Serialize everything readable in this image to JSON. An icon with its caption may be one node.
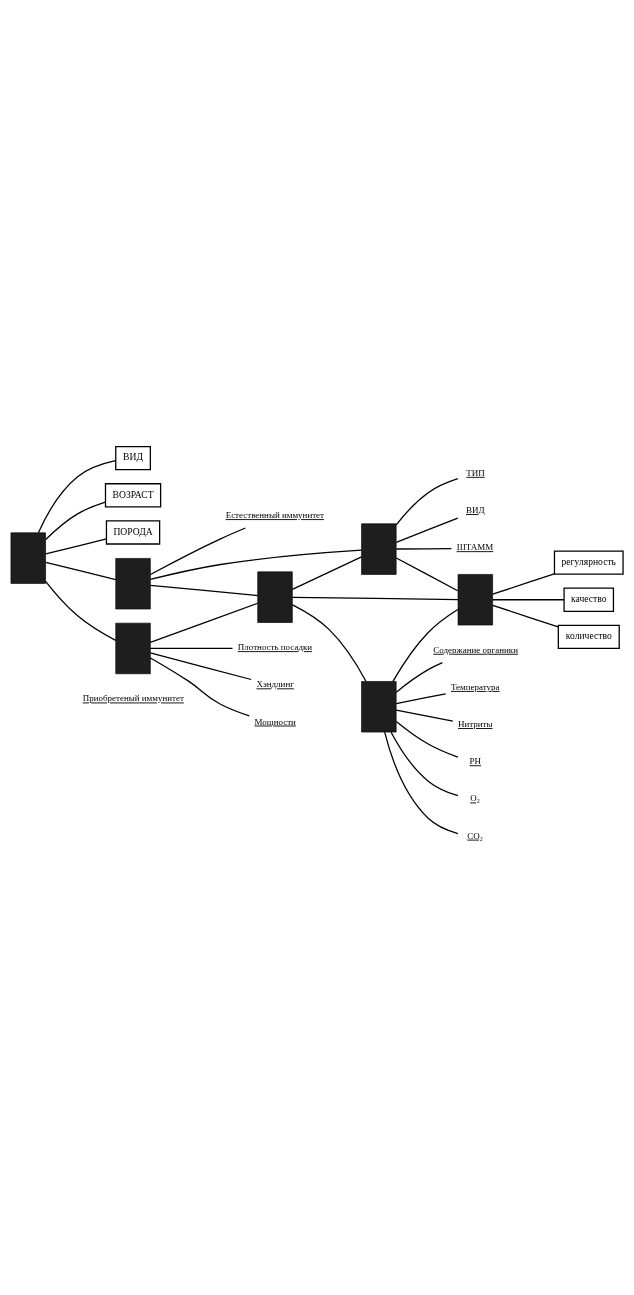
{
  "diagram": {
    "nodes": [
      {
        "text": [
          "ВИД"
        ]
      },
      {
        "text": [
          "ВОЗРАСТ"
        ]
      },
      {
        "text": [
          "ПОРОДА"
        ]
      },
      {
        "text": [],
        "shape": "box"
      },
      {
        "text": [],
        "shape": "box"
      },
      {
        "text": [],
        "shape": "box"
      },
      {
        "text": [
          "Плотность посадки"
        ]
      },
      {
        "text": [
          "Хэндлинг"
        ]
      },
      {
        "text": [
          "Мощности"
        ]
      },
      {
        "text": [],
        "shape": "box"
      },
      {
        "text": [
          "Естественный иммунитет"
        ]
      },
      {
        "text": [],
        "shape": "box"
      },
      {
        "text": [],
        "shape": "box"
      },
      {
        "text": [
          "Содержание органики"
        ]
      },
      {
        "text": [
          "Температура"
        ]
      },
      {
        "text": [
          "Нитриты"
        ]
      },
      {
        "text": [
          "PH"
        ]
      },
      {
        "text": [
          "O₂"
        ]
      },
      {
        "text": [
          "CO₂"
        ]
      },
      {
        "text": [
          "ТИП"
        ]
      },
      {
        "text": [
          "ВИД"
        ]
      },
      {
        "text": [
          "ШТАММ"
        ]
      },
      {
        "text": [],
        "shape": "box"
      },
      {
        "text": [
          "регулярность"
        ]
      },
      {
        "text": [
          "качество"
        ]
      },
      {
        "text": [
          "количество"
        ]
      }
    ],
    "edges": [
      {
        "from": 3,
        "to": 0,
        "arrow": "none"
      },
      {
        "from": 3,
        "to": 1,
        "arrow": "none"
      },
      {
        "from": 3,
        "to": 2,
        "arrow": "none"
      },
      {
        "from": 3,
        "to": 4,
        "arrow": "none"
      },
      {
        "from": 3,
        "to": 5,
        "arrow": "none"
      },
      {
        "from": 4,
        "to": 9,
        "arrow": "none"
      },
      {
        "from": 5,
        "to": 9,
        "arrow": "none"
      },
      {
        "from": 5,
        "to": 6,
        "arrow": "none"
      },
      {
        "from": 5,
        "to": 7,
        "arrow": "none"
      },
      {
        "from": 5,
        "to": 8,
        "arrow": "none"
      },
      {
        "from": 4,
        "to": 10,
        "arrow": "none"
      },
      {
        "from": 4,
        "to": 11,
        "arrow": "none"
      },
      {
        "from": 9,
        "to": 11,
        "arrow": "none"
      },
      {
        "from": 9,
        "to": 12,
        "arrow": "none"
      },
      {
        "from": 9,
        "to": 22,
        "arrow": "none"
      },
      {
        "from": 12,
        "to": 13,
        "arrow": "none"
      },
      {
        "from": 12,
        "to": 14,
        "arrow": "none"
      },
      {
        "from": 12,
        "to": 15,
        "arrow": "none"
      },
      {
        "from": 12,
        "to": 16,
        "arrow": "none"
      },
      {
        "from": 12,
        "to": 17,
        "arrow": "none"
      },
      {
        "from": 12,
        "to": 18,
        "arrow": "none"
      },
      {
        "from": 12,
        "to": 22,
        "arrow": "none"
      },
      {
        "from": 11,
        "to": 19,
        "arrow": "none"
      },
      {
        "from": 11,
        "to": 20,
        "arrow": "none"
      },
      {
        "from": 11,
        "to": 21,
        "arrow": "none"
      },
      {
        "from": 11,
        "to": 22,
        "arrow": "none"
      },
      {
        "from": 22,
        "to": 23,
        "arrow": "none"
      },
      {
        "from": 22,
        "to": 24,
        "arrow": "none"
      },
      {
        "from": 22,
        "to": 25,
        "arrow": "none"
      }
    ],
    "labels": [
      "Приобретеный иммунитет"
    ]
  }
}
